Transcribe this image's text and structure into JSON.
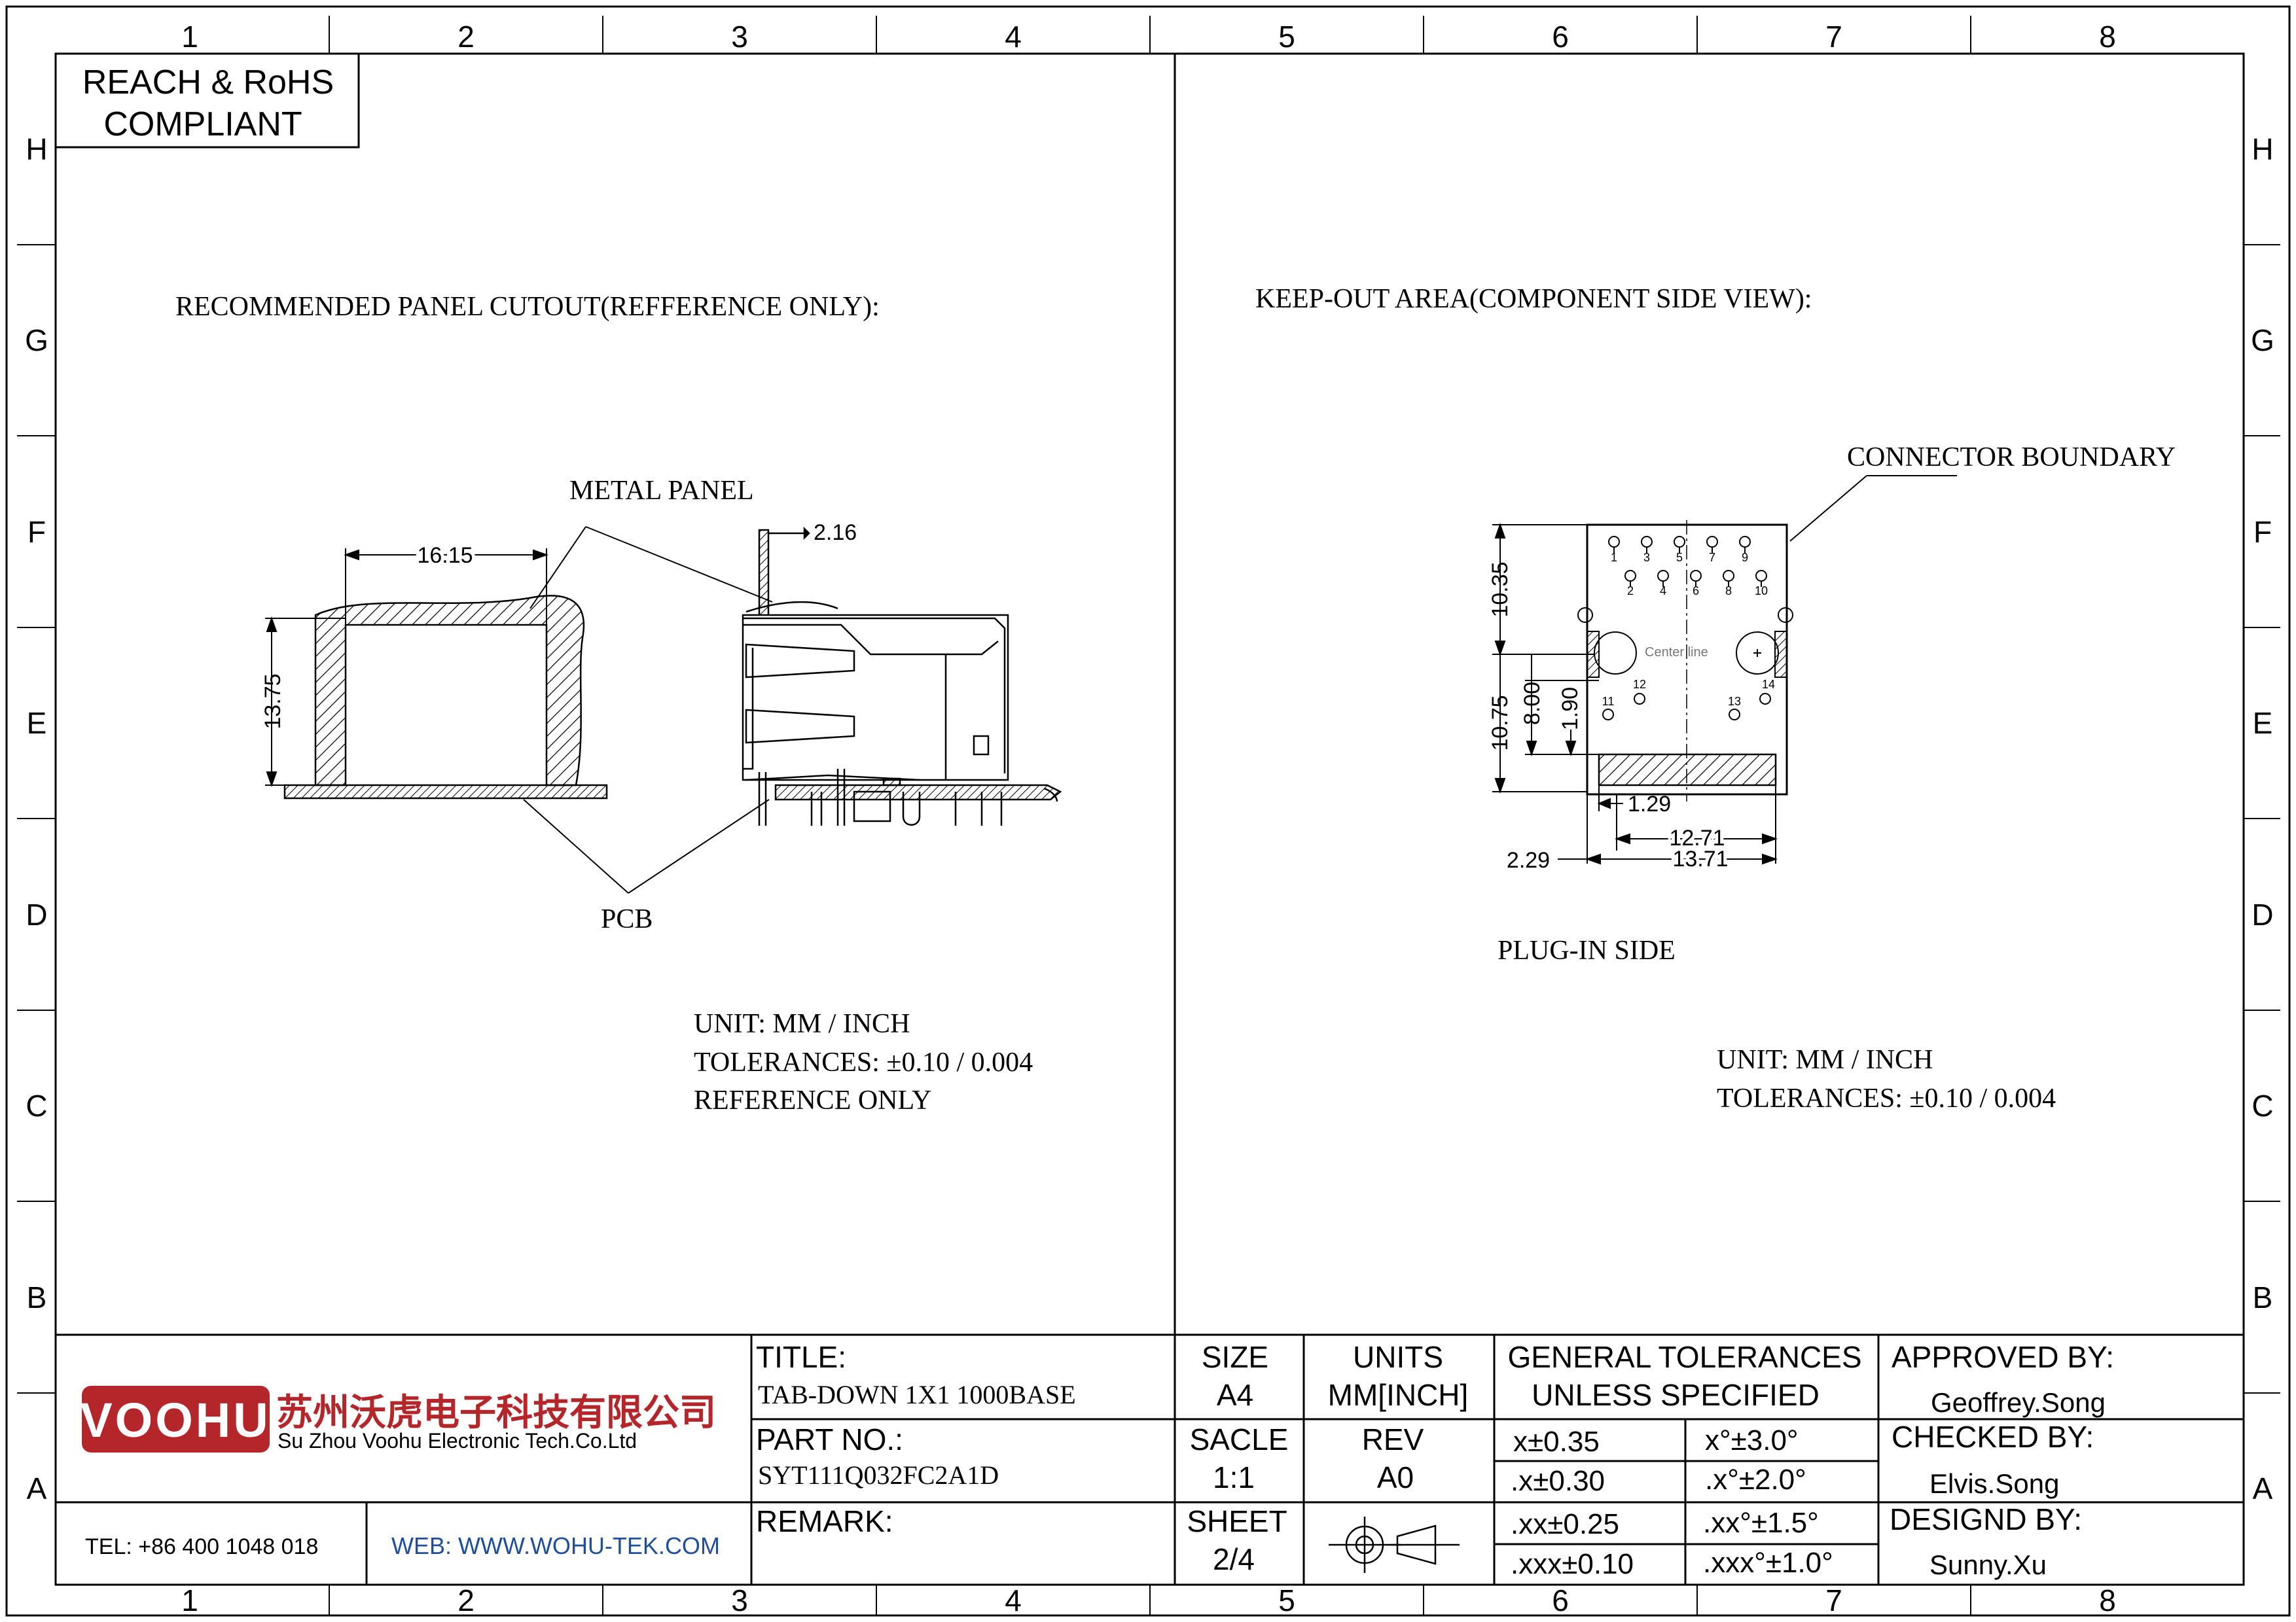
{
  "compliance": {
    "line1": "REACH & RoHS",
    "line2": "COMPLIANT"
  },
  "grid": {
    "columns": [
      "1",
      "2",
      "3",
      "4",
      "5",
      "6",
      "7",
      "8"
    ],
    "rows": [
      "H",
      "G",
      "F",
      "E",
      "D",
      "C",
      "B",
      "A"
    ]
  },
  "left_view": {
    "heading": "RECOMMENDED PANEL CUTOUT(REFFERENCE ONLY):",
    "metal_panel_label": "METAL PANEL",
    "pcb_label": "PCB",
    "dims": {
      "width": "16.15",
      "height": "13.75",
      "panel": "2.16"
    },
    "notes": [
      "UNIT: MM / INCH",
      "TOLERANCES: ±0.10 / 0.004",
      "REFERENCE ONLY"
    ]
  },
  "right_view": {
    "heading": "KEEP-OUT AREA(COMPONENT SIDE VIEW):",
    "connector_boundary_label": "CONNECTOR BOUNDARY",
    "center_line_label": "Center line",
    "plug_in_label": "PLUG-IN SIDE",
    "pins_top": [
      "1",
      "3",
      "5",
      "7",
      "9"
    ],
    "pins_bottom": [
      "2",
      "4",
      "6",
      "8",
      "10"
    ],
    "pins_led": [
      "11",
      "12",
      "13",
      "14"
    ],
    "dims": {
      "d1035": "10.35",
      "d1075": "10.75",
      "d800": "8.00",
      "d190": "1.90",
      "d129": "1.29",
      "d1271": "12.71",
      "d1371": "13.71",
      "d229": "2.29"
    },
    "notes": [
      "UNIT: MM / INCH",
      "TOLERANCES: ±0.10 / 0.004"
    ]
  },
  "title_block": {
    "brand": "VOOHU",
    "company_cn": "苏州沃虎电子科技有限公司",
    "company_en": "Su Zhou Voohu Electronic Tech.Co.Ltd",
    "tel": "TEL: +86 400 1048 018",
    "web": "WEB: WWW.WOHU-TEK.COM",
    "title_label": "TITLE:",
    "title_value": "TAB-DOWN 1X1 1000BASE",
    "part_label": "PART NO.:",
    "part_value": "SYT111Q032FC2A1D",
    "remark_label": "REMARK:",
    "size_label": "SIZE",
    "size_value": "A4",
    "units_label": "UNITS",
    "units_value": "MM[INCH]",
    "scale_label": "SACLE",
    "scale_value": "1:1",
    "rev_label": "REV",
    "rev_value": "A0",
    "sheet_label": "SHEET",
    "sheet_value": "2/4",
    "gt_line1": "GENERAL TOLERANCES",
    "gt_line2": "UNLESS SPECIFIED",
    "tolerances": [
      [
        "x±0.35",
        "x°±3.0°"
      ],
      [
        ".x±0.30",
        ".x°±2.0°"
      ],
      [
        ".xx±0.25",
        ".xx°±1.5°"
      ],
      [
        ".xxx±0.10",
        ".xxx°±1.0°"
      ]
    ],
    "approved_label": "APPROVED BY:",
    "approved_value": "Geoffrey.Song",
    "checked_label": "CHECKED BY:",
    "checked_value": "Elvis.Song",
    "design_label": "DESIGND BY:",
    "design_value": "Sunny.Xu"
  },
  "colors": {
    "brand_red": "#b5262b",
    "web_blue": "#1f4e9c"
  }
}
